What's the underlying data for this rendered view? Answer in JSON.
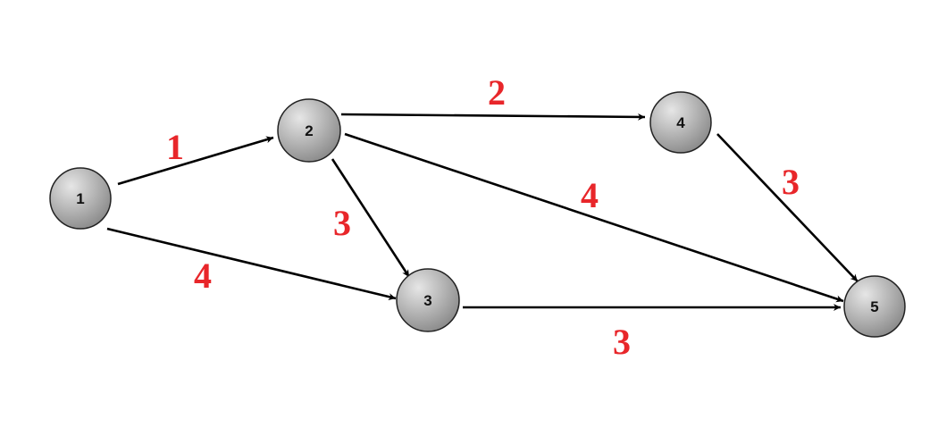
{
  "graph": {
    "nodes": [
      {
        "id": "1",
        "label": "1"
      },
      {
        "id": "2",
        "label": "2"
      },
      {
        "id": "3",
        "label": "3"
      },
      {
        "id": "4",
        "label": "4"
      },
      {
        "id": "5",
        "label": "5"
      }
    ],
    "edges": [
      {
        "from": "1",
        "to": "2",
        "weight": "1"
      },
      {
        "from": "1",
        "to": "3",
        "weight": "4"
      },
      {
        "from": "2",
        "to": "3",
        "weight": "3"
      },
      {
        "from": "2",
        "to": "4",
        "weight": "2"
      },
      {
        "from": "2",
        "to": "5",
        "weight": "4"
      },
      {
        "from": "4",
        "to": "5",
        "weight": "3"
      },
      {
        "from": "3",
        "to": "5",
        "weight": "3"
      }
    ]
  },
  "colors": {
    "weight_label": "#e8262a",
    "edge": "#000000",
    "node_fill_light": "#e6e6e6",
    "node_fill_dark": "#8a8a8a",
    "node_stroke": "#222222"
  }
}
